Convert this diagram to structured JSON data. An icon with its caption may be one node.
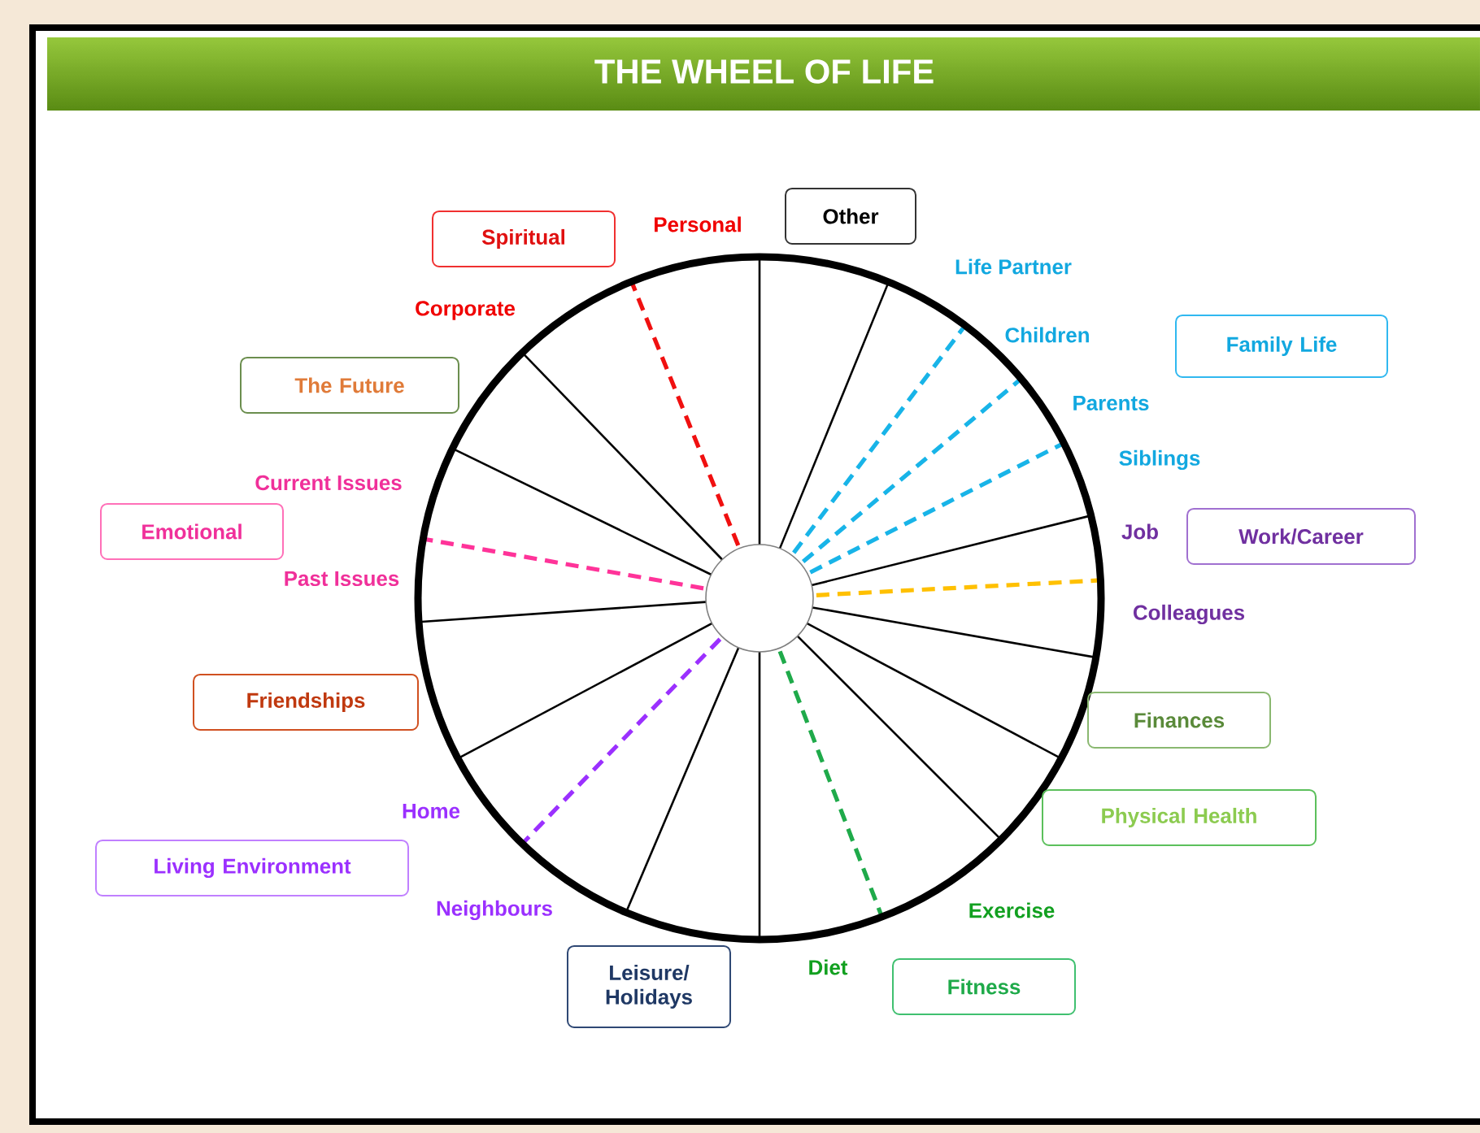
{
  "diagram": {
    "title": "THE WHEEL OF LIFE",
    "nodes": [
      {
        "text": [
          "Spiritual"
        ]
      },
      {
        "text": [
          "Other"
        ]
      },
      {
        "text": [
          "Family Life"
        ]
      },
      {
        "text": [
          "The Future"
        ]
      },
      {
        "text": [
          "Emotional"
        ]
      },
      {
        "text": [
          "Work/Career"
        ]
      },
      {
        "text": [
          "Friendships"
        ]
      },
      {
        "text": [
          "Finances"
        ]
      },
      {
        "text": [
          "Physical Health"
        ]
      },
      {
        "text": [
          "Living Environment"
        ]
      },
      {
        "text": [
          "Leisure/ Holidays"
        ]
      },
      {
        "text": [
          "Fitness"
        ]
      }
    ],
    "labels": [
      "Personal",
      "Life Partner",
      "Corporate",
      "Children",
      "Parents",
      "Siblings",
      "Current Issues",
      "Job",
      "Past Issues",
      "Colleagues",
      "Home",
      "Neighbours",
      "Exercise",
      "Diet"
    ]
  }
}
